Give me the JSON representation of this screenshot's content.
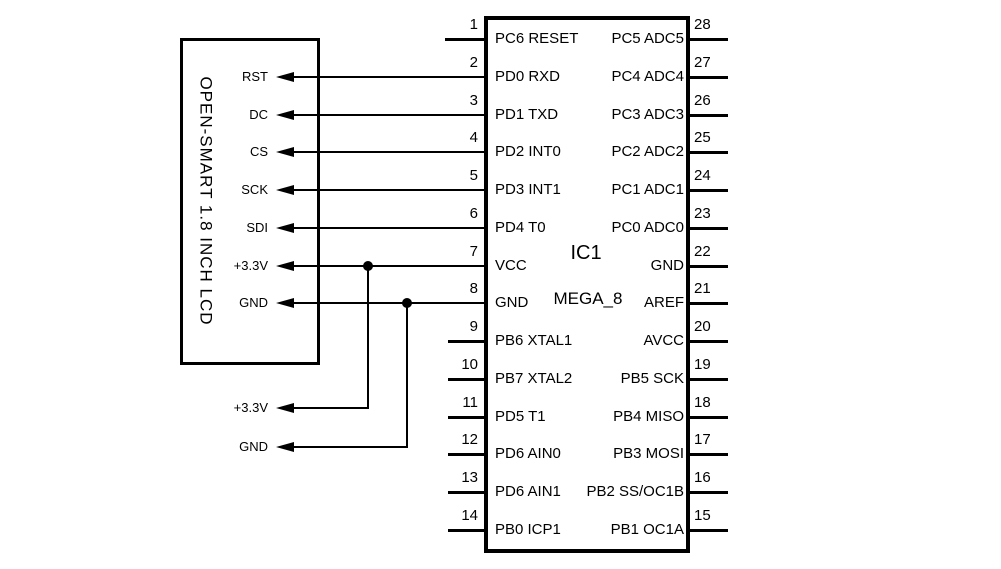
{
  "lcd": {
    "title": "OPEN-SMART 1.8 INCH LCD",
    "pins": [
      "RST",
      "DC",
      "CS",
      "SCK",
      "SDI",
      "+3.3V",
      "GND"
    ]
  },
  "power_taps": [
    "+3.3V",
    "GND"
  ],
  "ic": {
    "designator": "IC1",
    "part": "MEGA_8",
    "left_pins": [
      {
        "num": "1",
        "label": "PC6 RESET"
      },
      {
        "num": "2",
        "label": "PD0 RXD"
      },
      {
        "num": "3",
        "label": "PD1 TXD"
      },
      {
        "num": "4",
        "label": "PD2 INT0"
      },
      {
        "num": "5",
        "label": "PD3 INT1"
      },
      {
        "num": "6",
        "label": "PD4 T0"
      },
      {
        "num": "7",
        "label": "VCC"
      },
      {
        "num": "8",
        "label": "GND"
      },
      {
        "num": "9",
        "label": "PB6 XTAL1"
      },
      {
        "num": "10",
        "label": "PB7 XTAL2"
      },
      {
        "num": "11",
        "label": "PD5 T1"
      },
      {
        "num": "12",
        "label": "PD6 AIN0"
      },
      {
        "num": "13",
        "label": "PD6 AIN1"
      },
      {
        "num": "14",
        "label": "PB0 ICP1"
      }
    ],
    "right_pins": [
      {
        "num": "28",
        "label": "PC5 ADC5"
      },
      {
        "num": "27",
        "label": "PC4 ADC4"
      },
      {
        "num": "26",
        "label": "PC3 ADC3"
      },
      {
        "num": "25",
        "label": "PC2 ADC2"
      },
      {
        "num": "24",
        "label": "PC1 ADC1"
      },
      {
        "num": "23",
        "label": "PC0 ADC0"
      },
      {
        "num": "22",
        "label": "GND"
      },
      {
        "num": "21",
        "label": "AREF"
      },
      {
        "num": "20",
        "label": "AVCC"
      },
      {
        "num": "19",
        "label": "PB5 SCK"
      },
      {
        "num": "18",
        "label": "PB4 MISO"
      },
      {
        "num": "17",
        "label": "PB3 MOSI"
      },
      {
        "num": "16",
        "label": "PB2 SS/OC1B"
      },
      {
        "num": "15",
        "label": "PB1 OC1A"
      }
    ]
  },
  "colors": {
    "ink": "#000000",
    "background": "#ffffff"
  }
}
